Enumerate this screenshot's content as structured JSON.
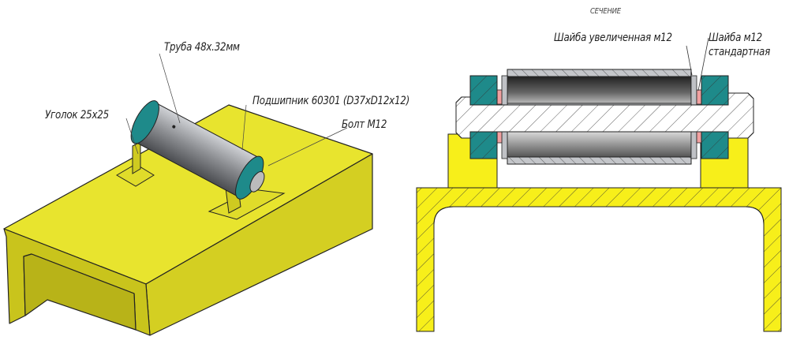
{
  "iso_view": {
    "labels": {
      "tube": "Труба 48х.32мм",
      "bearing": "Подшипник 60301 (D37xD12x12)",
      "angle": "Уголок 25х25",
      "bolt": "Болт М12"
    }
  },
  "section_view": {
    "title": "СЕЧЕНИЕ",
    "labels": {
      "washer_enlarged": "Шайба увеличенная м12",
      "washer_standard_line1": "Шайба м12",
      "washer_standard_line2": "стандартная"
    }
  },
  "colors": {
    "channel": "#e6e22a",
    "channel_dark": "#c9c41c",
    "bearing": "#1e8a8a",
    "tube": "#8a8c90",
    "washer": "#f0a0a0",
    "outline": "#222222"
  }
}
